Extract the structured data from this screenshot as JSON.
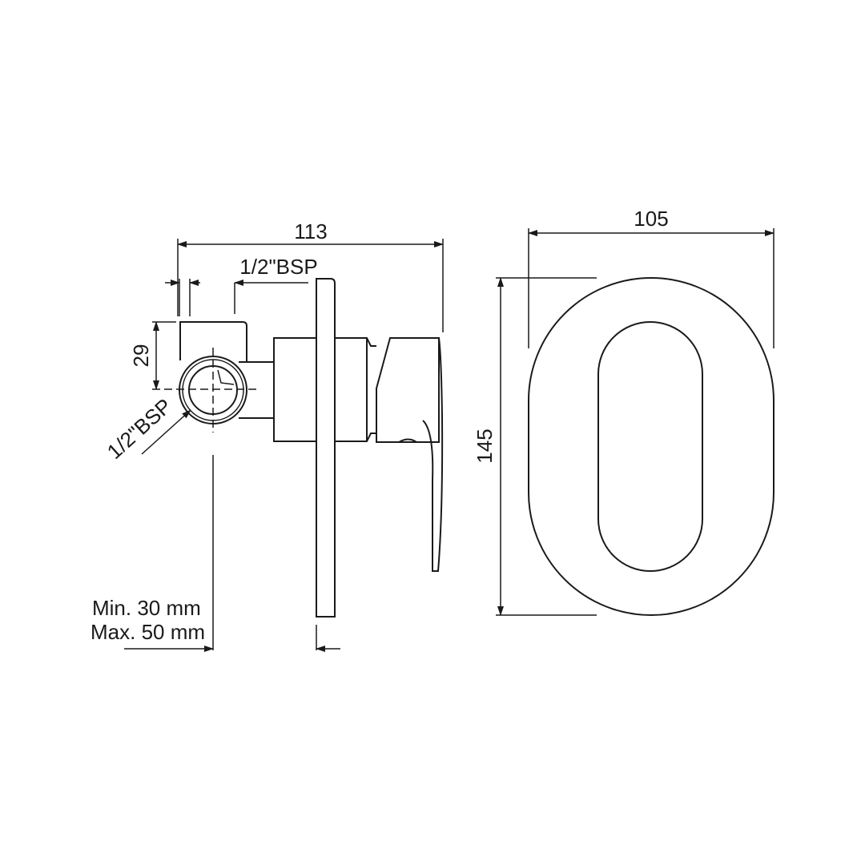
{
  "side_view": {
    "overall_depth_label": "113",
    "inlet_top_label": "1/2\"BSP",
    "inlet_side_label": "1/2\"BSP",
    "height_29_label": "29",
    "wall_depth_min_label": "Min. 30 mm",
    "wall_depth_max_label": "Max. 50 mm"
  },
  "front_view": {
    "width_label": "105",
    "height_label": "145"
  },
  "colors": {
    "line": "#1a1a1a",
    "background": "#ffffff"
  }
}
